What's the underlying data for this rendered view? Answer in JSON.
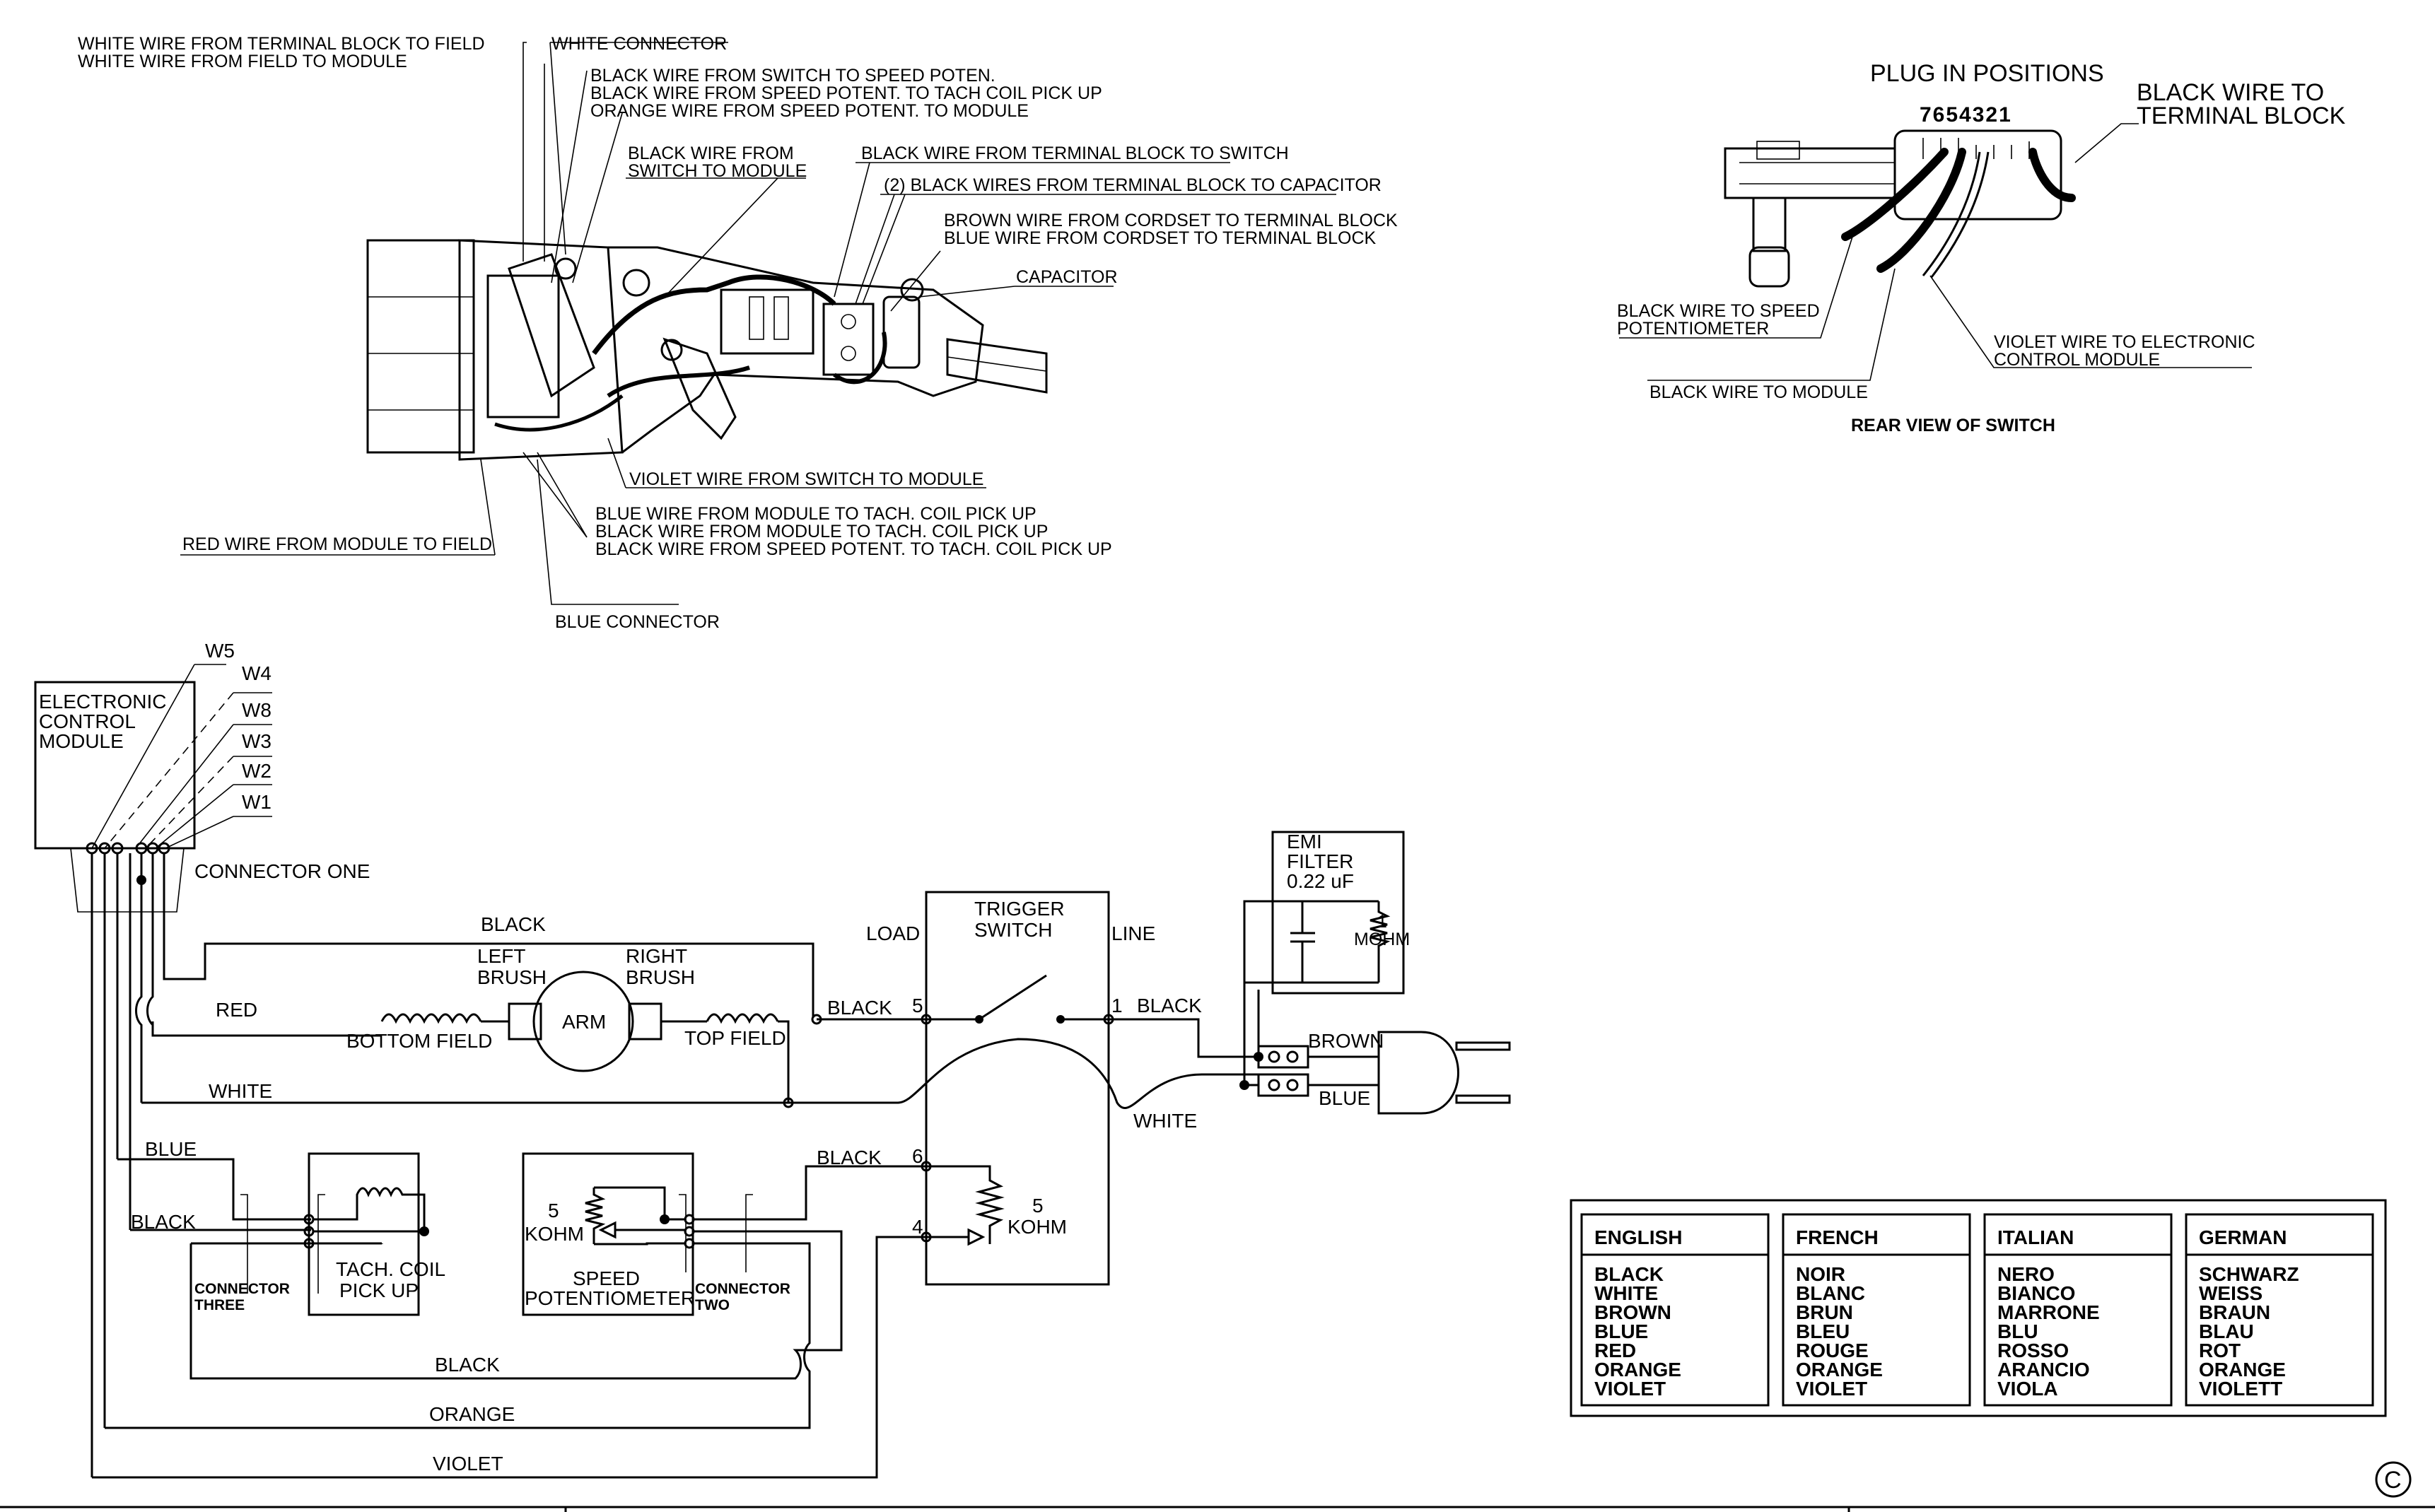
{
  "upper_labels": [
    "WHITE WIRE FROM TERMINAL BLOCK TO FIELD",
    "WHITE WIRE FROM FIELD TO MODULE",
    "WHITE CONNECTOR",
    "BLACK WIRE FROM SWITCH TO SPEED POTEN.",
    "BLACK WIRE FROM SPEED POTENT. TO TACH COIL PICK UP",
    "ORANGE WIRE FROM SPEED POTENT. TO MODULE",
    "BLACK WIRE FROM",
    "SWITCH TO MODULE",
    "BLACK WIRE FROM TERMINAL BLOCK TO SWITCH",
    "(2) BLACK WIRES FROM TERMINAL BLOCK TO CAPACITOR",
    "BROWN WIRE FROM CORDSET TO TERMINAL BLOCK",
    "BLUE WIRE FROM CORDSET TO TERMINAL BLOCK",
    "CAPACITOR",
    "VIOLET WIRE FROM SWITCH TO MODULE",
    "BLUE WIRE FROM MODULE TO TACH. COIL PICK UP",
    "BLACK WIRE FROM MODULE TO TACH. COIL PICK UP",
    "BLACK WIRE FROM SPEED POTENT. TO TACH. COIL PICK UP",
    "RED WIRE FROM MODULE TO FIELD",
    "BLUE CONNECTOR"
  ],
  "rear_view": {
    "title": "PLUG IN POSITIONS",
    "positions": "7654321",
    "black_terminal_1": "BLACK WIRE TO",
    "black_terminal_2": "TERMINAL BLOCK",
    "speed_pot_1": "BLACK WIRE TO SPEED",
    "speed_pot_2": "POTENTIOMETER",
    "violet_1": "VIOLET WIRE TO ELECTRONIC",
    "violet_2": "CONTROL MODULE",
    "module": "BLACK WIRE TO MODULE",
    "caption": "REAR VIEW OF SWITCH"
  },
  "schematic": {
    "ecm_1": "ELECTRONIC",
    "ecm_2": "CONTROL",
    "ecm_3": "MODULE",
    "w5": "W5",
    "w4": "W4",
    "w8": "W8",
    "w3": "W3",
    "w2": "W2",
    "w1": "W1",
    "connector_one": "CONNECTOR ONE",
    "black_top": "BLACK",
    "left_brush_1": "LEFT",
    "left_brush_2": "BRUSH",
    "right_brush_1": "RIGHT",
    "right_brush_2": "BRUSH",
    "red": "RED",
    "arm": "ARM",
    "bottom_field": "BOTTOM FIELD",
    "top_field": "TOP FIELD",
    "white": "WHITE",
    "black_5": "BLACK",
    "load": "LOAD",
    "line": "LINE",
    "trigger_1": "TRIGGER",
    "trigger_2": "SWITCH",
    "t5": "5",
    "t1": "1",
    "t6": "6",
    "t4": "4",
    "black_1": "BLACK",
    "emi_1": "EMI",
    "emi_2": "FILTER",
    "emi_3": "0.22 uF",
    "mohm_1": "1",
    "mohm_2": "MOHM",
    "brown": "BROWN",
    "blue_plug": "BLUE",
    "white_switch": "WHITE",
    "blue": "BLUE",
    "black_tach": "BLACK",
    "tach_1": "TACH. COIL",
    "tach_2": "PICK UP",
    "conn3_1": "CONNECTOR",
    "conn3_2": "THREE",
    "black_6": "BLACK",
    "kohm_a1": "5",
    "kohm_a2": "KOHM",
    "speed_1": "SPEED",
    "speed_2": "POTENTIOMETER",
    "conn2_1": "CONNECTOR",
    "conn2_2": "TWO",
    "kohm_b1": "5",
    "kohm_b2": "KOHM",
    "black_bottom": "BLACK",
    "orange": "ORANGE",
    "violet": "VIOLET"
  },
  "legend": {
    "headers": [
      "ENGLISH",
      "FRENCH",
      "ITALIAN",
      "GERMAN"
    ],
    "english": [
      "BLACK",
      "WHITE",
      "BROWN",
      "BLUE",
      "RED",
      "ORANGE",
      "VIOLET"
    ],
    "french": [
      "NOIR",
      "BLANC",
      "BRUN",
      "BLEU",
      "ROUGE",
      "ORANGE",
      "VIOLET"
    ],
    "italian": [
      "NERO",
      "BIANCO",
      "MARRONE",
      "BLU",
      "ROSSO",
      "ARANCIO",
      "VIOLA"
    ],
    "german": [
      "SCHWARZ",
      "WEISS",
      "BRAUN",
      "BLAU",
      "ROT",
      "ORANGE",
      "VIOLETT"
    ]
  },
  "copyright": "C"
}
